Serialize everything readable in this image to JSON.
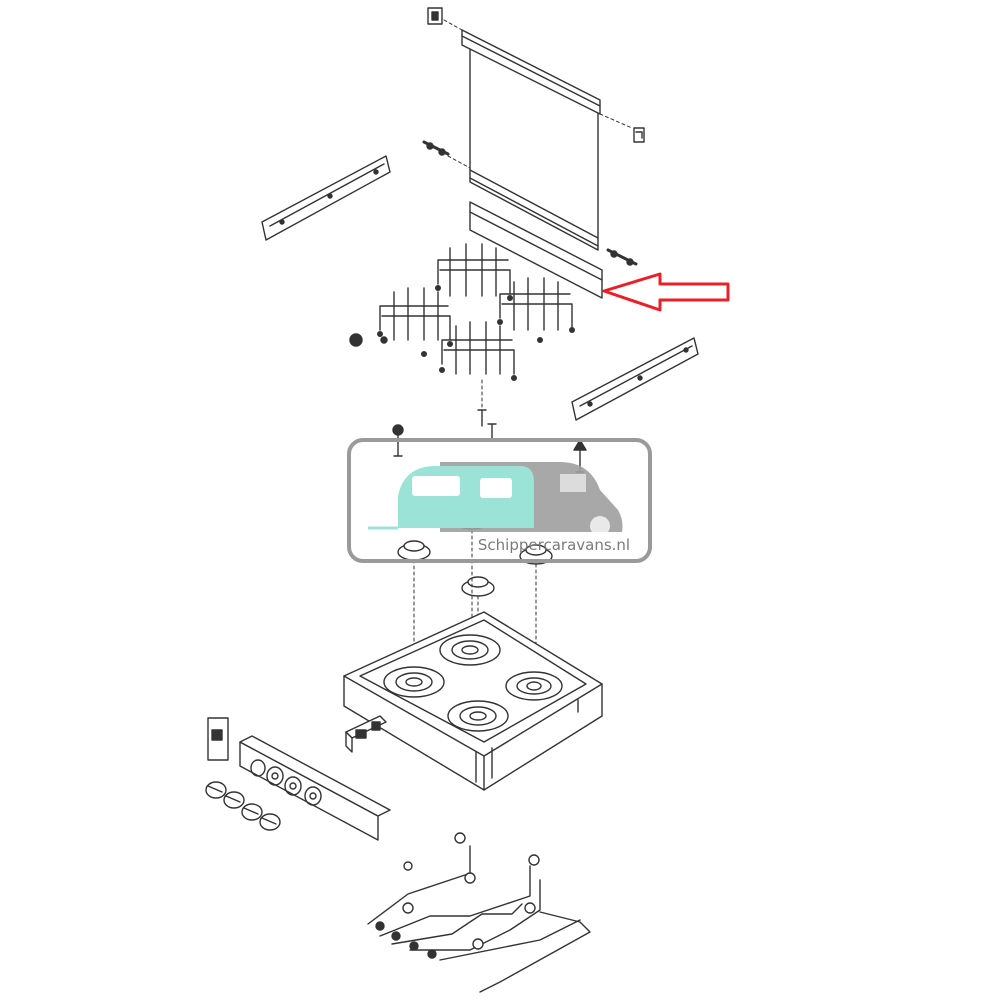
{
  "diagram": {
    "type": "exploded-view",
    "subject": "gas-hob-assembly",
    "highlighted_part": "glass-lid-hinge-strip",
    "arrow_color": "#e8202a",
    "line_color": "#333333"
  },
  "watermark": {
    "text": "Schippercaravans.nl",
    "frame_color": "#9a9a9a",
    "caravan_color": "#9be3d6",
    "van_color": "#9e9e9e",
    "text_color": "#7a7a7a"
  }
}
